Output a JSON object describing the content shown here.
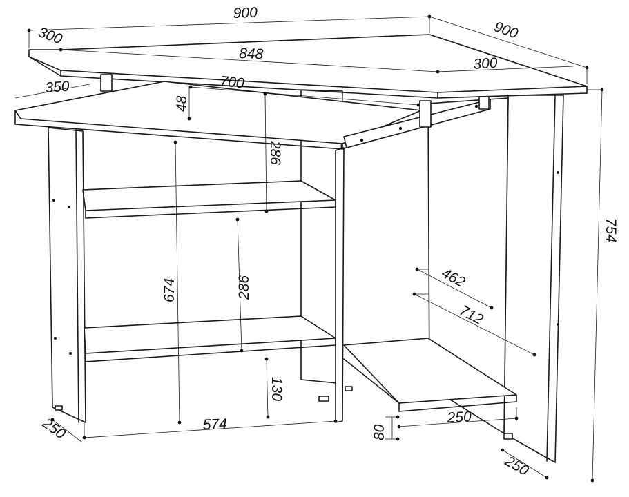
{
  "dimensions": {
    "top_width": "900",
    "top_depth_left": "300",
    "top_side": "900",
    "front_width": "848",
    "top_depth_right": "300",
    "keyboard_depth": "350",
    "keyboard_width": "700",
    "keyboard_gap": "48",
    "shelf_gap_upper": "286",
    "shelf_gap_lower": "286",
    "niche_height": "674",
    "bottom_gap": "130",
    "niche_width": "574",
    "side_depth_left": "250",
    "footrest_width": "250",
    "footrest_height": "80",
    "side_depth_right": "250",
    "total_height": "754",
    "legroom_inner": "462",
    "legroom_outer": "712"
  }
}
